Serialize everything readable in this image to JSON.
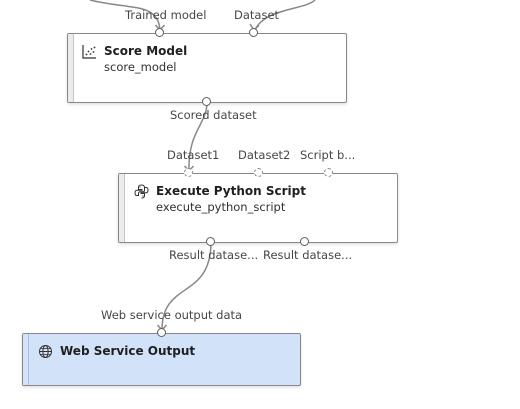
{
  "score_model": {
    "title": "Score Model",
    "subtitle": "score_model",
    "inputs": [
      "Trained model",
      "Dataset"
    ],
    "output": "Scored dataset",
    "icon": "scatter-plot-icon"
  },
  "execute_python": {
    "title": "Execute Python Script",
    "subtitle": "execute_python_script",
    "inputs": [
      "Dataset1",
      "Dataset2",
      "Script b..."
    ],
    "outputs": [
      "Result datase...",
      "Result datase..."
    ],
    "icon": "python-logo-icon"
  },
  "web_service_output": {
    "title": "Web Service Output",
    "input": "Web service output data",
    "icon": "globe-icon",
    "selected_color": "#d2e2f8"
  },
  "colors": {
    "wire": "#8a8886",
    "node_border": "#8a8886"
  }
}
